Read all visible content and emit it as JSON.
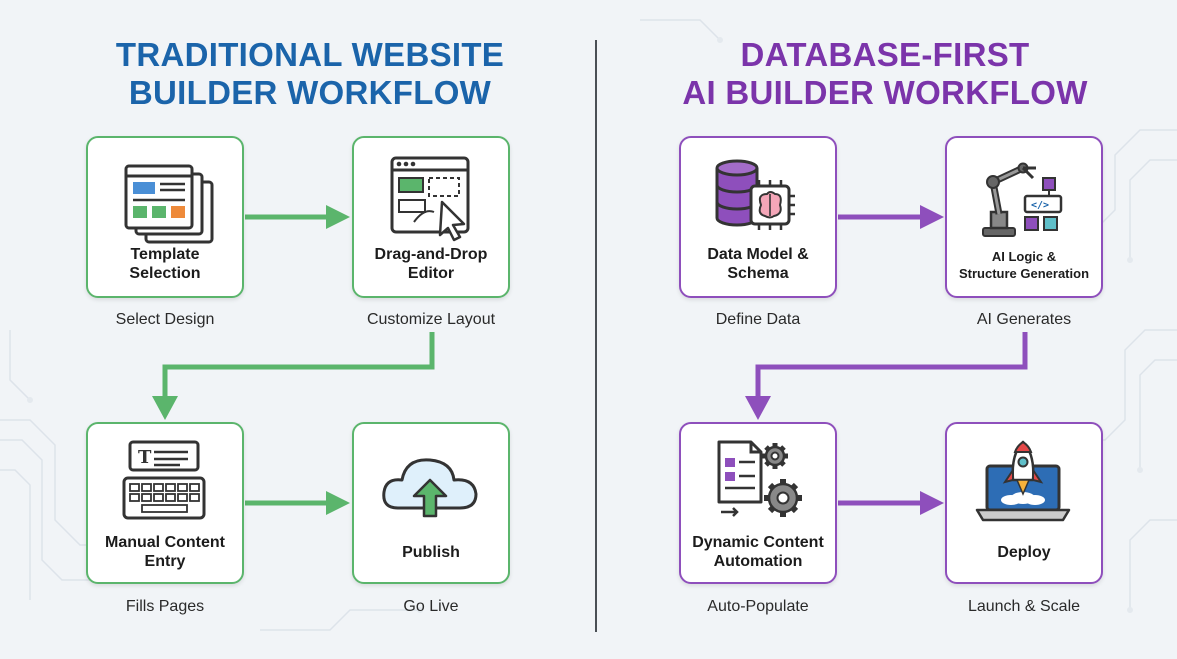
{
  "left": {
    "title_lines": [
      "TRADITIONAL WEBSITE",
      "BUILDER WORKFLOW"
    ],
    "steps": [
      {
        "label_lines": [
          "Template",
          "Selection"
        ],
        "caption": "Select Design",
        "icon": "template-icon"
      },
      {
        "label_lines": [
          "Drag-and-Drop",
          "Editor"
        ],
        "caption": "Customize Layout",
        "icon": "drag-drop-editor-icon"
      },
      {
        "label_lines": [
          "Manual Content",
          "Entry"
        ],
        "caption": "Fills Pages",
        "icon": "keyboard-icon"
      },
      {
        "label_lines": [
          "Publish"
        ],
        "caption": "Go Live",
        "icon": "cloud-upload-icon"
      }
    ]
  },
  "right": {
    "title_lines": [
      "DATABASE-FIRST",
      "AI BUILDER WORKFLOW"
    ],
    "steps": [
      {
        "label_lines": [
          "Data Model &",
          "Schema"
        ],
        "caption": "Define Data",
        "icon": "database-brain-icon"
      },
      {
        "label_lines": [
          "AI Logic &",
          "Structure Generation"
        ],
        "caption": "AI Generates",
        "icon": "robot-arm-icon"
      },
      {
        "label_lines": [
          "Dynamic Content",
          "Automation"
        ],
        "caption": "Auto-Populate",
        "icon": "document-gears-icon"
      },
      {
        "label_lines": [
          "Deploy"
        ],
        "caption": "Launch & Scale",
        "icon": "rocket-laptop-icon"
      }
    ]
  },
  "colors": {
    "traditional_title": "#1b64aa",
    "traditional_accent": "#5bb56c",
    "ai_title": "#7b34aa",
    "ai_accent": "#8e4fbc"
  }
}
